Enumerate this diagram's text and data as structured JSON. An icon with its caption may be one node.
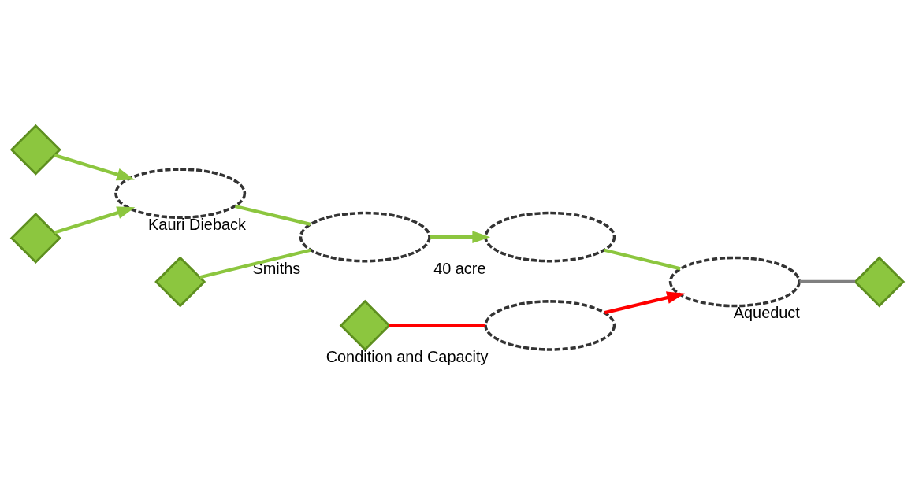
{
  "diagram": {
    "nodes": [
      {
        "text": [],
        "shape": "diamond"
      },
      {
        "text": [],
        "shape": "diamond"
      },
      {
        "text": [],
        "shape": "ellipse",
        "beside": [
          "Condition and Capacity"
        ]
      },
      {
        "text": [],
        "shape": "diamond"
      },
      {
        "text": [],
        "shape": "ellipse",
        "beside": [
          "Kauri Dieback"
        ]
      },
      {
        "text": [],
        "shape": "ellipse",
        "beside": [
          "Smiths"
        ]
      },
      {
        "text": [],
        "shape": "diamond"
      },
      {
        "text": [],
        "shape": "ellipse",
        "beside": [
          "40 acre"
        ]
      },
      {
        "text": [],
        "shape": "ellipse",
        "beside": [
          "Aqueduct"
        ]
      },
      {
        "text": [],
        "shape": "diamond"
      }
    ],
    "edges": [
      {
        "from": 0,
        "to": 4,
        "arrow": "to"
      },
      {
        "from": 3,
        "to": 4,
        "arrow": "to"
      },
      {
        "from": 1,
        "to": 2,
        "arrow": "none",
        "color": "#ff0000"
      },
      {
        "from": 2,
        "to": 8,
        "arrow": "to",
        "color": "#ff0000"
      },
      {
        "from": 4,
        "to": 5,
        "arrow": "none"
      },
      {
        "from": 6,
        "to": 5,
        "arrow": "none"
      },
      {
        "from": 5,
        "to": 7,
        "arrow": "to"
      },
      {
        "from": 7,
        "to": 8,
        "arrow": "none"
      },
      {
        "from": 8,
        "to": 9,
        "arrow": "none",
        "color": "#808080"
      }
    ]
  }
}
